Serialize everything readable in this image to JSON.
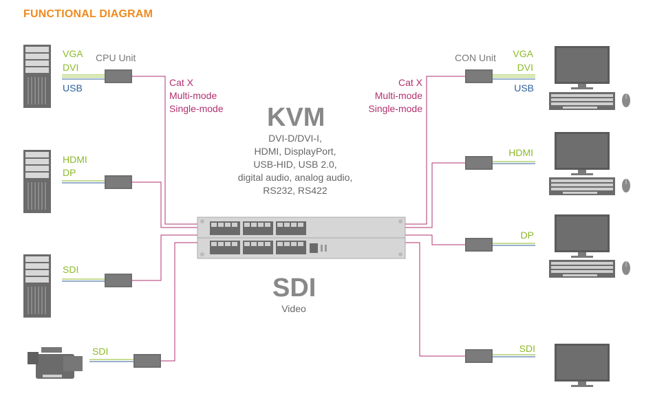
{
  "header": {
    "title": "FUNCTIONAL DIAGRAM"
  },
  "cpu_side": {
    "unit_label": "CPU Unit",
    "vga": "VGA",
    "dvi": "DVI",
    "usb": "USB",
    "hdmi": "HDMI",
    "dp": "DP",
    "sdi_1": "SDI",
    "sdi_2": "SDI"
  },
  "con_side": {
    "unit_label": "CON Unit",
    "vga": "VGA",
    "dvi": "DVI",
    "usb": "USB",
    "hdmi": "HDMI",
    "dp": "DP",
    "sdi": "SDI"
  },
  "cable": {
    "left": [
      "Cat X",
      "Multi-mode",
      "Single-mode"
    ],
    "right": [
      "Cat X",
      "Multi-mode",
      "Single-mode"
    ]
  },
  "kvm": {
    "heading": "KVM",
    "lines": [
      "DVI-D/DVI-I,",
      "HDMI, DisplayPort,",
      "USB-HID, USB 2.0,",
      "digital audio, analog audio,",
      "RS232, RS422"
    ]
  },
  "sdi": {
    "heading": "SDI",
    "line": "Video"
  },
  "colors": {
    "title": "#f08a1e",
    "green": "#8dba2a",
    "blue": "#2d5f9a",
    "magenta": "#b1306f",
    "device_grey": "#6e6e6e",
    "monitor": "#5a5a5a"
  },
  "icons": [
    "computer-tower-icon",
    "video-camera-icon",
    "monitor-icon",
    "keyboard-icon",
    "mouse-icon",
    "extender-unit-icon",
    "matrix-switch-icon"
  ]
}
